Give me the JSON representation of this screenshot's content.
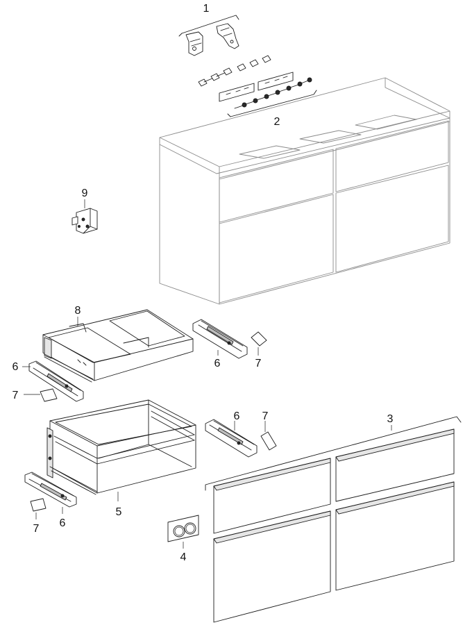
{
  "callouts": {
    "c1": "1",
    "c2": "2",
    "c3": "3",
    "c4": "4",
    "c5": "5",
    "c6a": "6",
    "c6b": "6",
    "c6c": "6",
    "c6d": "6",
    "c7a": "7",
    "c7b": "7",
    "c7c": "7",
    "c7d": "7",
    "c8": "8",
    "c9": "9"
  }
}
